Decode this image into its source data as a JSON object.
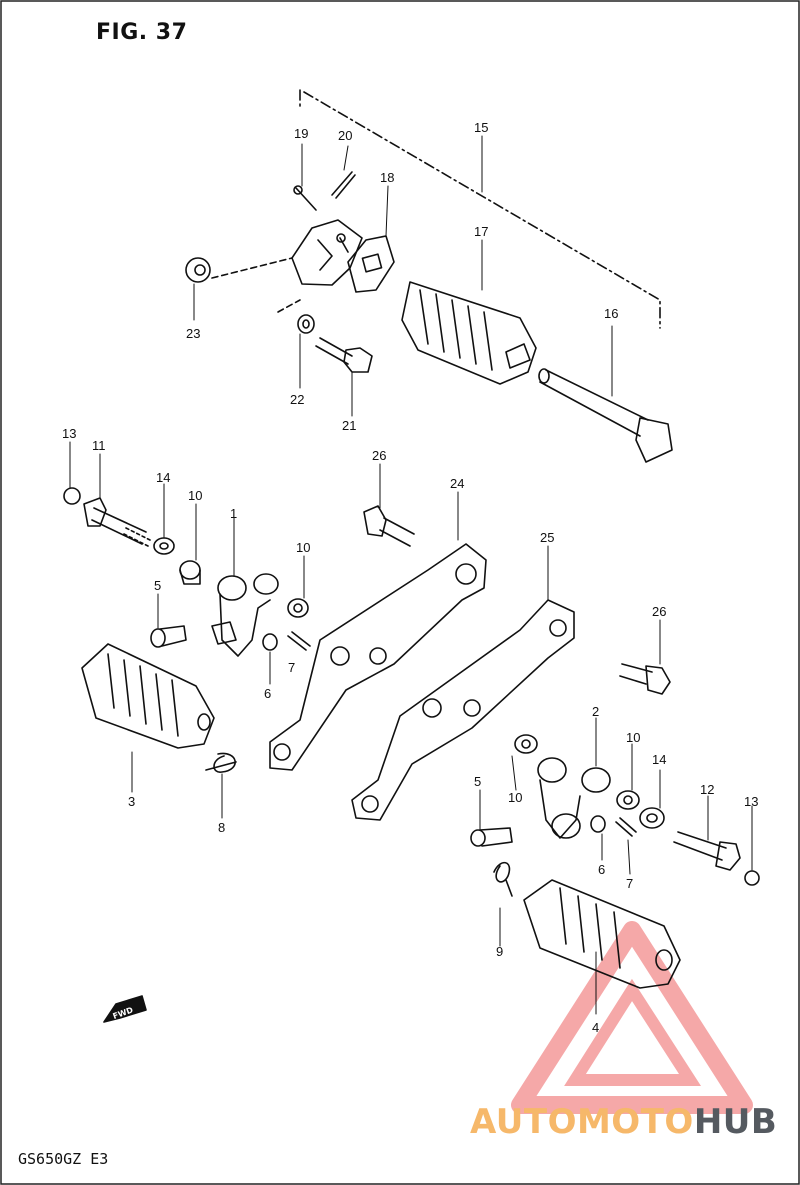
{
  "figure": {
    "title": "FIG. 37",
    "model_code": "GS650GZ  E3"
  },
  "fwd_label": "FWD",
  "watermark": {
    "part_a": "AUTOMOTO",
    "part_b": "HUB",
    "color_a": "#f6b86a",
    "color_b": "#555a60",
    "triangle_color": "#f28b8b"
  },
  "callouts": [
    {
      "id": "c19",
      "text": "19"
    },
    {
      "id": "c20",
      "text": "20"
    },
    {
      "id": "c18",
      "text": "18"
    },
    {
      "id": "c15",
      "text": "15"
    },
    {
      "id": "c17",
      "text": "17"
    },
    {
      "id": "c16",
      "text": "16"
    },
    {
      "id": "c23",
      "text": "23"
    },
    {
      "id": "c22",
      "text": "22"
    },
    {
      "id": "c21",
      "text": "21"
    },
    {
      "id": "c13a",
      "text": "13"
    },
    {
      "id": "c11",
      "text": "11"
    },
    {
      "id": "c14a",
      "text": "14"
    },
    {
      "id": "c10a",
      "text": "10"
    },
    {
      "id": "c1",
      "text": "1"
    },
    {
      "id": "c10b",
      "text": "10"
    },
    {
      "id": "c26a",
      "text": "26"
    },
    {
      "id": "c24",
      "text": "24"
    },
    {
      "id": "c25",
      "text": "25"
    },
    {
      "id": "c5a",
      "text": "5"
    },
    {
      "id": "c7a",
      "text": "7"
    },
    {
      "id": "c6a",
      "text": "6"
    },
    {
      "id": "c3",
      "text": "3"
    },
    {
      "id": "c8",
      "text": "8"
    },
    {
      "id": "c26b",
      "text": "26"
    },
    {
      "id": "c2",
      "text": "2"
    },
    {
      "id": "c10c",
      "text": "10"
    },
    {
      "id": "c10d",
      "text": "10"
    },
    {
      "id": "c14b",
      "text": "14"
    },
    {
      "id": "c12",
      "text": "12"
    },
    {
      "id": "c13b",
      "text": "13"
    },
    {
      "id": "c5b",
      "text": "5"
    },
    {
      "id": "c6b",
      "text": "6"
    },
    {
      "id": "c7b",
      "text": "7"
    },
    {
      "id": "c9",
      "text": "9"
    },
    {
      "id": "c4",
      "text": "4"
    }
  ]
}
